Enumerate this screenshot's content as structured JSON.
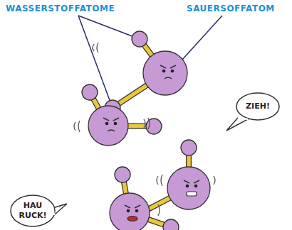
{
  "diagram": {
    "nodes": [
      {
        "text": [
          "ZIEH!"
        ]
      },
      {
        "text": [
          "HAU RUCK!"
        ]
      }
    ],
    "labels": [
      "WASSERSTOFFATOME",
      "SAUERSOFFATOM"
    ]
  }
}
